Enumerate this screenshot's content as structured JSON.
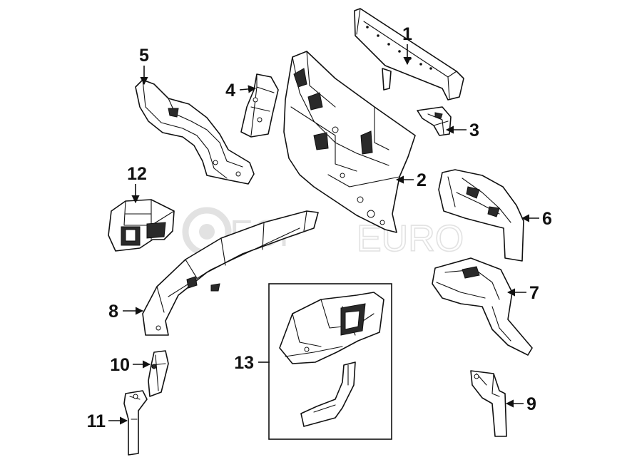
{
  "watermark": {
    "brand_bold": "FCP",
    "brand_light": "EURO"
  },
  "callouts": {
    "c1": "1",
    "c2": "2",
    "c3": "3",
    "c4": "4",
    "c5": "5",
    "c6": "6",
    "c7": "7",
    "c8": "8",
    "c9": "9",
    "c10": "10",
    "c11": "11",
    "c12": "12",
    "c13": "13"
  }
}
